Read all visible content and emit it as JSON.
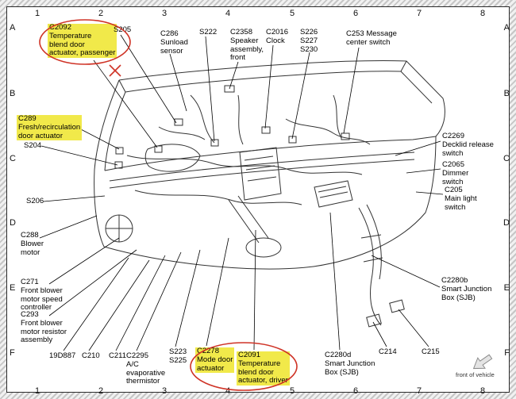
{
  "document": {
    "type": "instrument-panel wiring connector location diagram",
    "compass_label": "front of vehicle"
  },
  "colors": {
    "highlight": "#f1e94a",
    "annotation_red": "#cf3326",
    "line": "#333333"
  },
  "grid": {
    "top": [
      "1",
      "2",
      "3",
      "4",
      "5",
      "6",
      "7",
      "8"
    ],
    "bottom": [
      "1",
      "2",
      "3",
      "4",
      "5",
      "6",
      "7",
      "8"
    ],
    "left": [
      "A",
      "B",
      "C",
      "D",
      "E",
      "F"
    ],
    "right": [
      "A",
      "B",
      "C",
      "D",
      "E",
      "F"
    ]
  },
  "labels": [
    {
      "id": "C2092",
      "text": "C2092\nTemperature\nblend door\nactuator, passenger",
      "highlighted": true,
      "circled": true
    },
    {
      "id": "S205",
      "text": "S205",
      "highlighted": false,
      "circled": false
    },
    {
      "id": "C286",
      "text": "C286\nSunload\nsensor",
      "highlighted": false,
      "circled": false
    },
    {
      "id": "S222",
      "text": "S222",
      "highlighted": false,
      "circled": false
    },
    {
      "id": "C2358",
      "text": "C2358\nSpeaker\nassembly,\nfront",
      "highlighted": false,
      "circled": false
    },
    {
      "id": "C2016",
      "text": "C2016\nClock",
      "highlighted": false,
      "circled": false
    },
    {
      "id": "S226",
      "text": "S226\nS227\nS230",
      "highlighted": false,
      "circled": false
    },
    {
      "id": "C253",
      "text": "C253 Message\ncenter switch",
      "highlighted": false,
      "circled": false
    },
    {
      "id": "C289",
      "text": "C289\nFresh/recirculation\ndoor actuator",
      "highlighted": true,
      "circled": false
    },
    {
      "id": "S204",
      "text": "S204",
      "highlighted": false,
      "circled": false
    },
    {
      "id": "S206",
      "text": "S206",
      "highlighted": false,
      "circled": false
    },
    {
      "id": "C288",
      "text": "C288\nBlower\nmotor",
      "highlighted": false,
      "circled": false
    },
    {
      "id": "C271",
      "text": "C271\nFront blower\nmotor speed\ncontroller",
      "highlighted": false,
      "circled": false
    },
    {
      "id": "C293",
      "text": "C293\nFront blower\nmotor resistor\nassembly",
      "highlighted": false,
      "circled": false
    },
    {
      "id": "19D887",
      "text": "19D887",
      "highlighted": false,
      "circled": false
    },
    {
      "id": "C210",
      "text": "C210",
      "highlighted": false,
      "circled": false
    },
    {
      "id": "C211",
      "text": "C211",
      "highlighted": false,
      "circled": false
    },
    {
      "id": "C2295",
      "text": "C2295\nA/C\nevaporative\nthermistor",
      "highlighted": false,
      "circled": false
    },
    {
      "id": "S223",
      "text": "S223\nS225",
      "highlighted": false,
      "circled": false
    },
    {
      "id": "C2278",
      "text": "C2278\nMode door\nactuator",
      "highlighted": true,
      "circled": true
    },
    {
      "id": "C2091",
      "text": "C2091\nTemperature\nblend door\nactuator, driver",
      "highlighted": true,
      "circled": true
    },
    {
      "id": "C2280d",
      "text": "C2280d\nSmart Junction\nBox (SJB)",
      "highlighted": false,
      "circled": false
    },
    {
      "id": "C214",
      "text": "C214",
      "highlighted": false,
      "circled": false
    },
    {
      "id": "C215",
      "text": "C215",
      "highlighted": false,
      "circled": false
    },
    {
      "id": "C2269",
      "text": "C2269\nDecklid release\nswitch",
      "highlighted": false,
      "circled": false
    },
    {
      "id": "C2065",
      "text": "C2065\nDimmer\nswitch",
      "highlighted": false,
      "circled": false
    },
    {
      "id": "C205",
      "text": "C205\nMain light\nswitch",
      "highlighted": false,
      "circled": false
    },
    {
      "id": "C2280b",
      "text": "C2280b\nSmart Junction\nBox (SJB)",
      "highlighted": false,
      "circled": false
    }
  ]
}
